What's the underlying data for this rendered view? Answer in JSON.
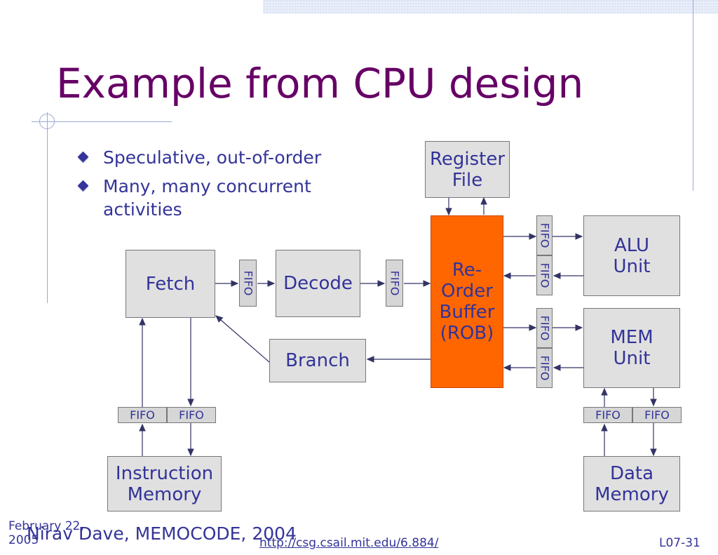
{
  "slide": {
    "title": "Example from CPU design",
    "bullets": [
      "Speculative, out-of-order",
      "Many, many concurrent activities"
    ]
  },
  "diagram": {
    "register_file": "Register File",
    "fetch": "Fetch",
    "decode": "Decode",
    "rob": "Re- Order Buffer (ROB)",
    "branch": "Branch",
    "alu": "ALU Unit",
    "mem": "MEM Unit",
    "instruction_memory": "Instruction Memory",
    "data_memory": "Data Memory",
    "fifo_label": "FIFO"
  },
  "colors": {
    "title": "#660066",
    "text": "#333399",
    "rob": "#ff6600",
    "box": "#e0e0e0",
    "arrow": "#333366"
  },
  "footer": {
    "date": "February 22, 2005",
    "author": "Nirav Dave, MEMOCODE, 2004",
    "url": "http://csg.csail.mit.edu/6.884/",
    "slide_number": "L07-31"
  }
}
